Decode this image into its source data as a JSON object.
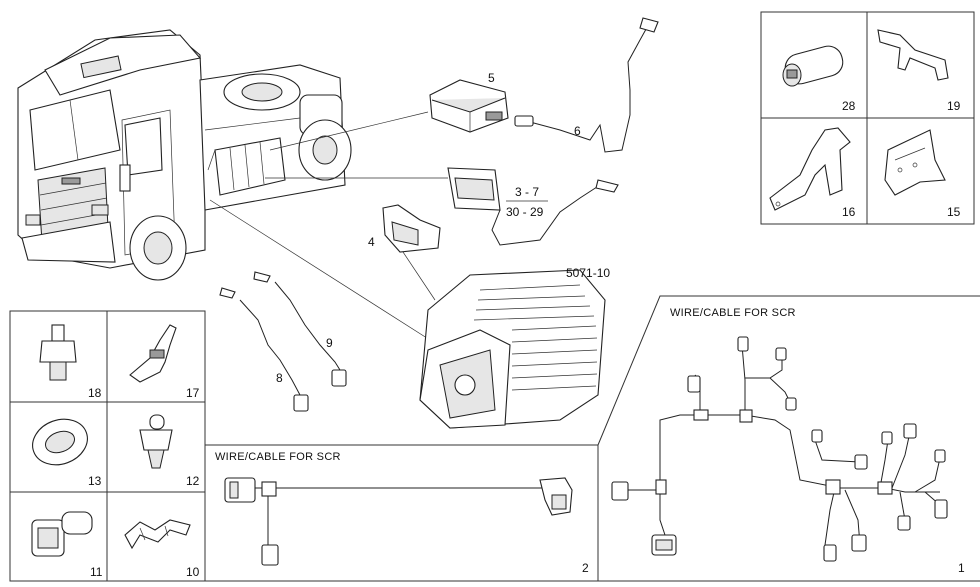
{
  "labels": {
    "p1": "1",
    "p2": "2",
    "p3_7": "3 - 7",
    "p30_29": "30 - 29",
    "p4": "4",
    "p5": "5",
    "p6": "6",
    "p8": "8",
    "p9": "9",
    "p10": "10",
    "p11": "11",
    "p12": "12",
    "p13": "13",
    "p15": "15",
    "p16": "16",
    "p17": "17",
    "p18": "18",
    "p19": "19",
    "p28": "28",
    "group": "5071-10"
  },
  "panels": {
    "wire_right_title": "WIRE/CABLE FOR SCR",
    "wire_bottom_title": "WIRE/CABLE FOR SCR"
  }
}
